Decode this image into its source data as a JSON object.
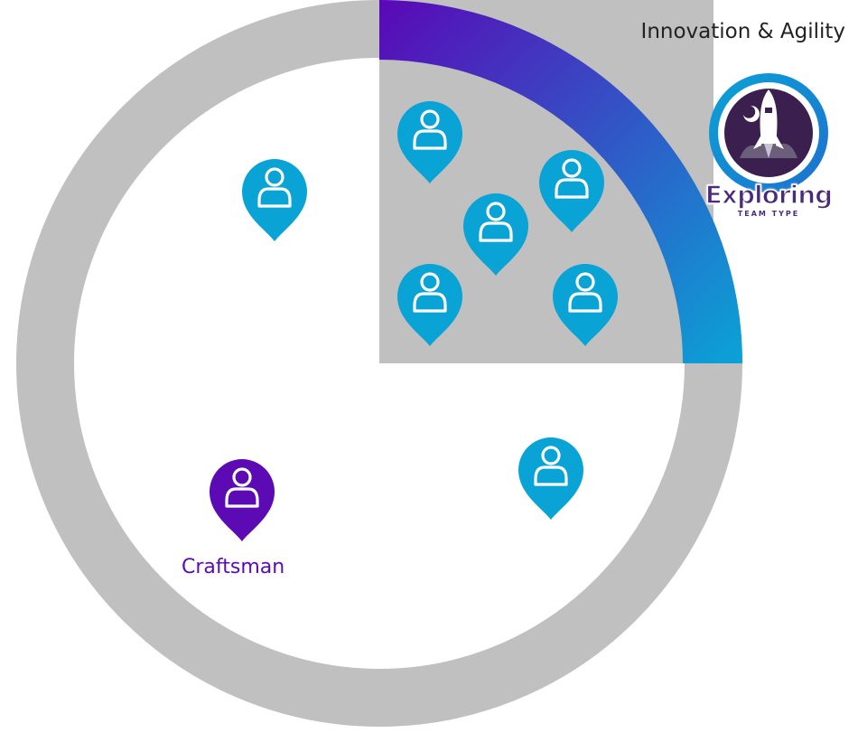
{
  "quadrant": {
    "title": "Innovation & Agility"
  },
  "badge": {
    "word": "Exploring",
    "subtitle": "TEAM TYPE",
    "icon": "rocket-icon"
  },
  "pins": {
    "icon": "map-pin-user-icon",
    "team_color": "#0aa3d6",
    "highlight_color": "#5b0ab4",
    "highlighted_label": "Craftsman",
    "highlighted_label_color": "#5b0ab4"
  },
  "colors": {
    "ring": "#c0c0c0",
    "quadrant_fill": "#c0c0c0",
    "arc_start": "#5a08b6",
    "arc_end": "#0aa3d6",
    "background": "#ffffff"
  }
}
